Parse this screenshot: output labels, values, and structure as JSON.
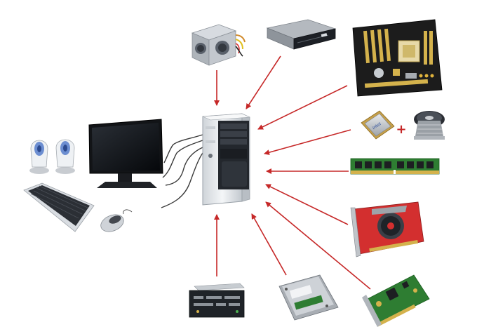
{
  "diagram": {
    "plus_symbol": "+",
    "cpu_text": "intel",
    "colors": {
      "arrow": "#c62828",
      "case_light": "#e9ecef",
      "case_dark": "#2b2f36",
      "pcb_green": "#2e7d32",
      "pcb_red": "#c62828",
      "gold": "#d4b24c"
    },
    "components": [
      {
        "name": "power-supply",
        "icon": "power-supply-icon"
      },
      {
        "name": "optical-drive",
        "icon": "optical-drive-icon"
      },
      {
        "name": "motherboard",
        "icon": "motherboard-icon"
      },
      {
        "name": "cpu",
        "icon": "cpu-icon"
      },
      {
        "name": "cpu-cooler",
        "icon": "cpu-cooler-icon"
      },
      {
        "name": "ram",
        "icon": "ram-icon"
      },
      {
        "name": "graphics-card",
        "icon": "graphics-card-icon"
      },
      {
        "name": "sound-card",
        "icon": "sound-card-icon"
      },
      {
        "name": "hard-drive",
        "icon": "hard-drive-icon"
      },
      {
        "name": "card-reader",
        "icon": "card-reader-icon"
      },
      {
        "name": "system-unit",
        "icon": "system-unit-icon"
      },
      {
        "name": "monitor",
        "icon": "monitor-icon"
      },
      {
        "name": "speakers",
        "icon": "speakers-icon"
      },
      {
        "name": "keyboard",
        "icon": "keyboard-icon"
      },
      {
        "name": "mouse",
        "icon": "mouse-icon"
      }
    ]
  }
}
